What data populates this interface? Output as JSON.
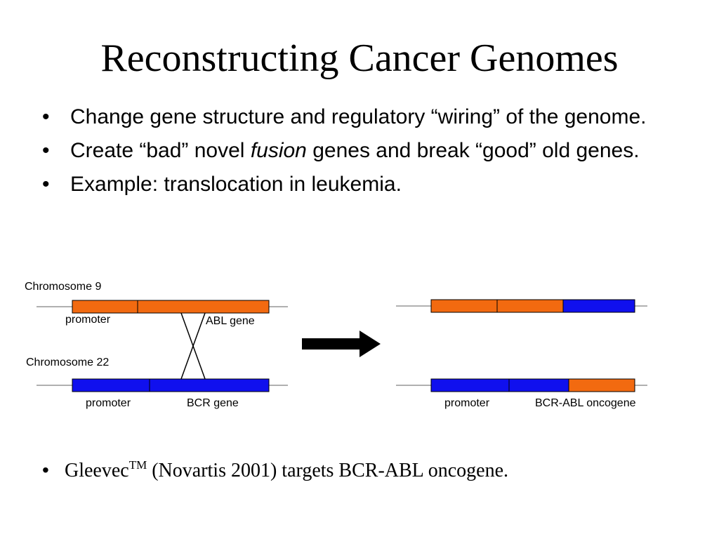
{
  "slide": {
    "title": "Reconstructing Cancer Genomes",
    "bullet_marker": "•",
    "bullets": [
      {
        "pre": "Change gene structure and regulatory “wiring” of the genome.",
        "italic": "",
        "post": ""
      },
      {
        "pre": "Create “bad” novel ",
        "italic": "fusion",
        "post": " genes and break “good” old genes."
      },
      {
        "pre": "Example: translocation in leukemia.",
        "italic": "",
        "post": ""
      }
    ],
    "bottom_bullet": {
      "text": "Gleevec",
      "superscript": "TM",
      "rest": " (Novartis 2001) targets BCR-ABL oncogene."
    }
  },
  "diagram": {
    "colors": {
      "orange": "#f26a10",
      "blue": "#1010ee",
      "line": "#808080",
      "stroke": "#000000"
    },
    "labels": {
      "chromosome_9": "Chromosome 9",
      "chromosome_22": "Chromosome 22",
      "promoter_9": "promoter",
      "abl_gene": "ABL gene",
      "promoter_22": "promoter",
      "bcr_gene": "BCR gene",
      "promoter_fusion": "promoter",
      "bcr_abl_oncogene": "BCR-ABL oncogene"
    },
    "arrow_icon": "right-arrow-icon"
  }
}
